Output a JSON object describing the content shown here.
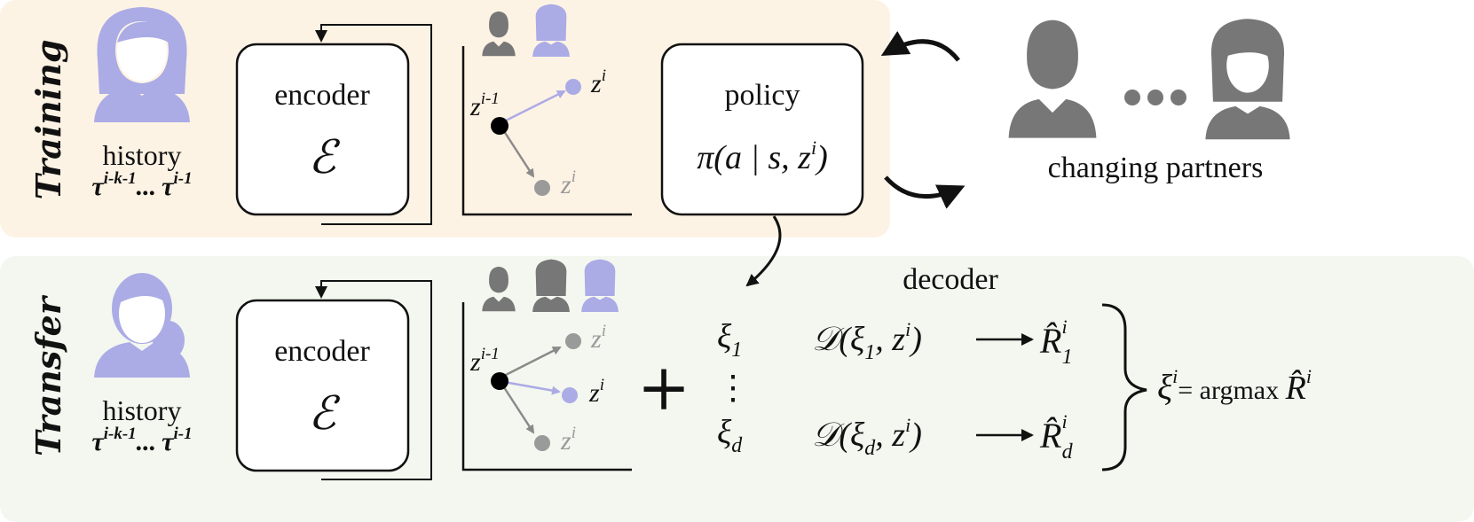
{
  "colors": {
    "training_bg": "#fdf3e4",
    "transfer_bg": "#f3f7ef",
    "lavender": "#ababe6",
    "gray_person": "#777777",
    "gray_text": "#9a9a9a",
    "ink": "#111111"
  },
  "training": {
    "section_label": "Training",
    "history_label": "history",
    "history_tau1": "τ",
    "history_sup1": "i-k-1",
    "history_dots": "...",
    "history_tau2": "τ",
    "history_sup2": "i-1",
    "encoder_label": "encoder",
    "encoder_symbol": "ℰ",
    "z_prev": "z",
    "z_prev_sup": "i-1",
    "z_new": "z",
    "z_new_sup": "i",
    "z_alt": "z",
    "z_alt_sup": "i",
    "policy_label": "policy",
    "policy_formula": "π(a | s, z",
    "policy_formula_sup": "i",
    "policy_formula_end": ")",
    "partners_label": "changing partners",
    "partners_icons": [
      "person-male-icon",
      "ellipsis-icon",
      "person-female-icon"
    ]
  },
  "transfer": {
    "section_label": "Transfer",
    "history_label": "history",
    "history_tau1": "τ",
    "history_sup1": "i-k-1",
    "history_dots": "...",
    "history_tau2": "τ",
    "history_sup2": "i-1",
    "encoder_label": "encoder",
    "encoder_symbol": "ℰ",
    "z_prev": "z",
    "z_prev_sup": "i-1",
    "z_top": "z",
    "z_top_sup": "i",
    "z_mid": "z",
    "z_mid_sup": "i",
    "z_bot": "z",
    "z_bot_sup": "i",
    "plus": "+",
    "xi_1": "ξ",
    "xi_1_sub": "1",
    "xi_vdots": "⋮",
    "xi_d": "ξ",
    "xi_d_sub": "d",
    "decoder_label": "decoder",
    "dec_row1": "𝒟(ξ",
    "dec_row1_sub": "1",
    "dec_row1_mid": ", z",
    "dec_row1_sup": "i",
    "dec_row1_end": ")",
    "dec_row2": "𝒟(ξ",
    "dec_row2_sub": "d",
    "dec_row2_mid": ", z",
    "dec_row2_sup": "i",
    "dec_row2_end": ")",
    "r_hat_1": "R̂",
    "r_hat_1_sup": "i",
    "r_hat_1_sub": "1",
    "r_hat_d": "R̂",
    "r_hat_d_sup": "i",
    "r_hat_d_sub": "d",
    "result_xi": "ξ",
    "result_sup": "i",
    "result_eq": "= argmax ",
    "result_r": "R̂",
    "result_r_sup": "i"
  }
}
